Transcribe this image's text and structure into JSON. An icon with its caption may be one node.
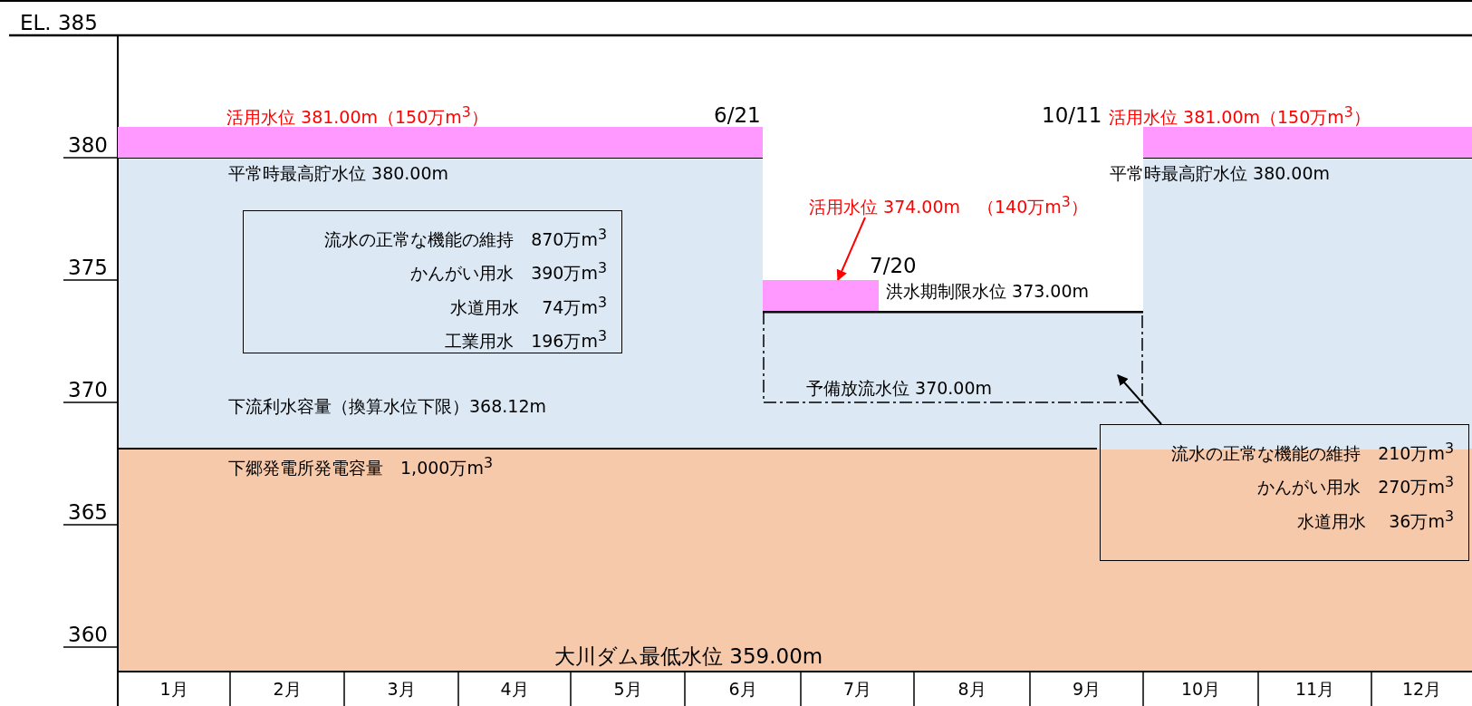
{
  "diagram": {
    "nodes": [
      {
        "text": [],
        "shape": "bar"
      },
      {
        "text": [],
        "shape": "bar"
      },
      {
        "text": [
          "活用水位 374.00m　（140万m$^{3}$）"
        ]
      },
      {
        "text": [],
        "shape": "bar"
      },
      {
        "text": [
          "流水の正常な機能の維持　870万m$^{3}$",
          "かんがい用水　390万m$^{3}$",
          "水道用水　 74万m$^{3}$",
          "工業用水　196万m$^{3}$"
        ]
      },
      {
        "text": [
          "予備放流水位 370.00m"
        ]
      },
      {
        "text": [
          "流水の正常な機能の維持　210万m$^{3}$",
          "かんがい用水　270万m$^{3}$",
          "水道用水　 36万m$^{3}$"
        ]
      }
    ],
    "edges": [
      {
        "from": 2,
        "to": 3,
        "arrow": "to",
        "color": "#ff0000"
      },
      {
        "from": 6,
        "to": 5,
        "arrow": "to",
        "color": "#000000"
      }
    ],
    "labels": [
      "EL. 385",
      "活用水位 381.00m（150万m$^{3}$）",
      "6/21",
      "10/11",
      "活用水位 381.00m（150万m$^{3}$）",
      "380",
      "平常時最高貯水位 380.00m",
      "平常時最高貯水位 380.00m",
      "375",
      "7/20",
      "洪水期制限水位 373.00m",
      "370",
      "下流利水容量（換算水位下限）368.12m",
      "下郷発電所発電容量　1,000万m$^{3}$",
      "365",
      "360",
      "大川ダム最低水位 359.00m",
      "1月",
      "2月",
      "3月",
      "4月",
      "5月",
      "6月",
      "7月",
      "8月",
      "9月",
      "10月",
      "11月",
      "12月"
    ]
  }
}
